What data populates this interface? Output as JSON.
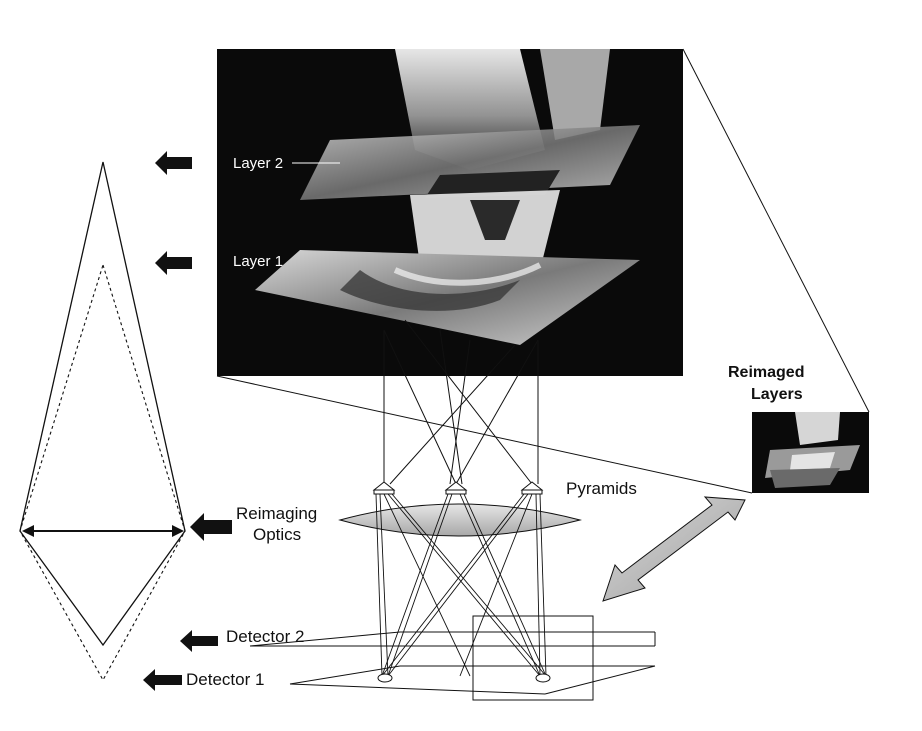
{
  "labels": {
    "layer2": "Layer 2",
    "layer1": "Layer 1",
    "reimaged_line1": "Reimaged",
    "reimaged_line2": "Layers",
    "pyramids": "Pyramids",
    "reimaging_line1": "Reimaging",
    "reimaging_line2": "Optics",
    "detector2": "Detector 2",
    "detector1": "Detector 1"
  },
  "icons": {
    "pointer_arrow": "left-arrow-icon",
    "double_arrow": "double-headed-arrow-icon",
    "pyramid": "pyramid-prism-icon"
  },
  "colors": {
    "line": "#111111",
    "photo_bg": "#0a0a0a",
    "arrow_fill": "#bdbdbd"
  }
}
